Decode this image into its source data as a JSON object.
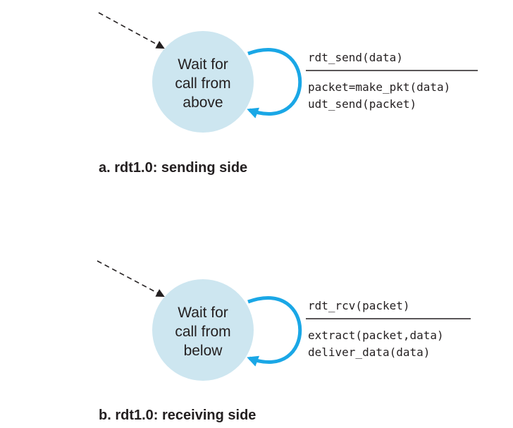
{
  "colors": {
    "state_fill": "#cde6f0",
    "loop_arrow": "#1aa7e6",
    "text": "#231f20",
    "line": "#231f20"
  },
  "sender": {
    "state_lines": [
      "Wait for",
      "call from",
      "above"
    ],
    "event": "rdt_send(data)",
    "actions": [
      "packet=make_pkt(data)",
      "udt_send(packet)"
    ],
    "caption": "a.  rdt1.0: sending side"
  },
  "receiver": {
    "state_lines": [
      "Wait for",
      "call from",
      "below"
    ],
    "event": "rdt_rcv(packet)",
    "actions": [
      "extract(packet,data)",
      "deliver_data(data)"
    ],
    "caption": "b.  rdt1.0: receiving side"
  }
}
